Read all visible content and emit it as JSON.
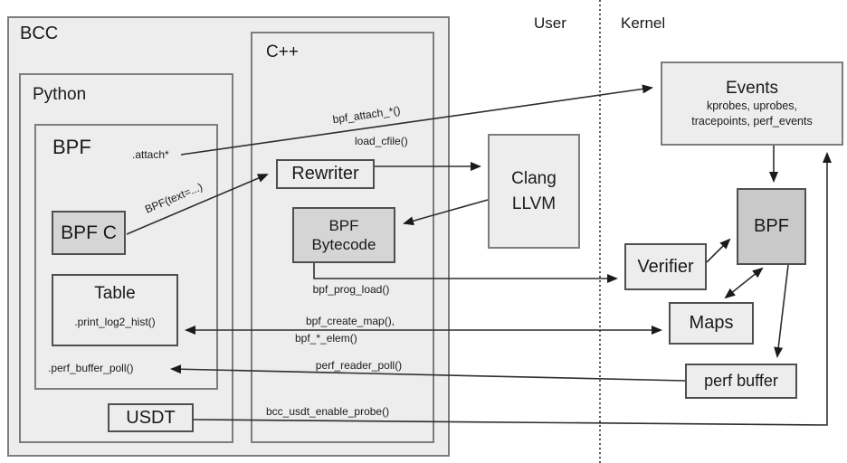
{
  "zones": {
    "user": "User",
    "kernel": "Kernel"
  },
  "groups": {
    "bcc": "BCC",
    "python": "Python",
    "bpf": "BPF",
    "cpp": "C++"
  },
  "boxes": {
    "bpf_c": "BPF C",
    "table": {
      "title": "Table",
      "method": ".print_log2_hist()"
    },
    "usdt": "USDT",
    "rewriter": "Rewriter",
    "bytecode": {
      "line1": "BPF",
      "line2": "Bytecode"
    },
    "clang": {
      "line1": "Clang",
      "line2": "LLVM"
    },
    "events": {
      "title": "Events",
      "sub1": "kprobes, uprobes,",
      "sub2": "tracepoints, perf_events"
    },
    "verifier": "Verifier",
    "bpf_kernel": "BPF",
    "maps": "Maps",
    "perf_buffer": "perf buffer"
  },
  "labels": {
    "attach": ".attach*",
    "bpf_attach": "bpf_attach_*()",
    "bpf_text": "BPF(text=...)",
    "load_cfile": "load_cfile()",
    "bpf_prog_load": "bpf_prog_load()",
    "bpf_create_map": "bpf_create_map(),",
    "bpf_elem": "bpf_*_elem()",
    "perf_reader_poll": "perf_reader_poll()",
    "perf_buffer_poll": ".perf_buffer_poll()",
    "bcc_usdt_enable_probe": "bcc_usdt_enable_probe()"
  },
  "colors": {
    "box_fill": "#ededed",
    "box_fill_dark": "#d5d5d5",
    "kernel_bpf_fill": "#c9c9c9",
    "border_soft": "#7d7d7d",
    "border_strong": "#4f4f4f",
    "line": "#2e2e2e",
    "text": "#1a1a1a"
  }
}
